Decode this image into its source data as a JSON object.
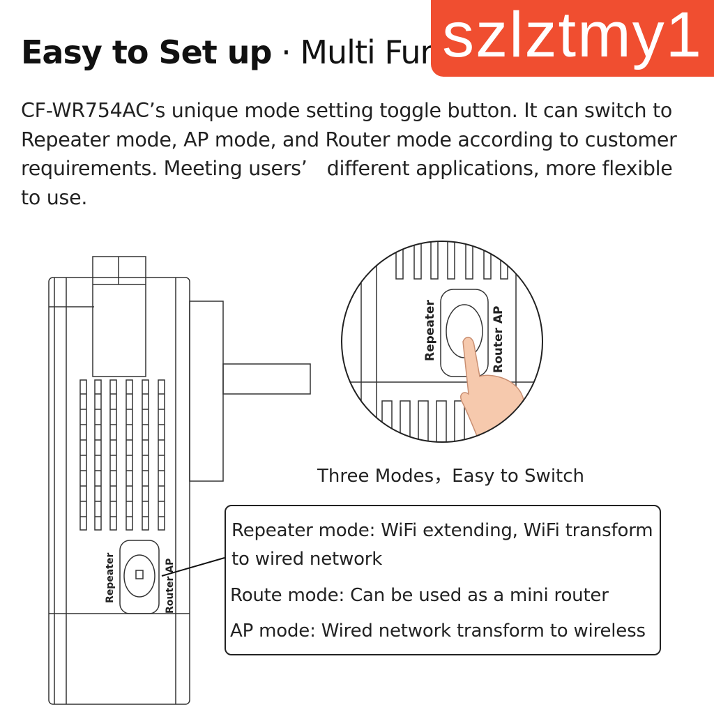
{
  "header": {
    "title_bold": "Easy to Set up",
    "title_sep": "·",
    "title_rest": "Multi Func"
  },
  "watermark": {
    "text": "szlztmy1",
    "color": "#f04e30"
  },
  "description": "CF-WR754AC’s unique mode setting toggle button. It can switch to Repeater mode, AP mode, and Router mode according to customer requirements. Meeting users’　different applications, more flexible to use.",
  "device": {
    "switch_labels": {
      "left": "Repeater",
      "right": "Router AP"
    }
  },
  "caption": "Three Modes，Easy to Switch",
  "modes": [
    {
      "line1": "Repeater mode: WiFi extending, WiFi transform",
      "line2": "to wired network"
    },
    {
      "line1": "Route mode: Can be used as a mini router"
    },
    {
      "line1": "AP mode: Wired network transform to wireless"
    }
  ]
}
